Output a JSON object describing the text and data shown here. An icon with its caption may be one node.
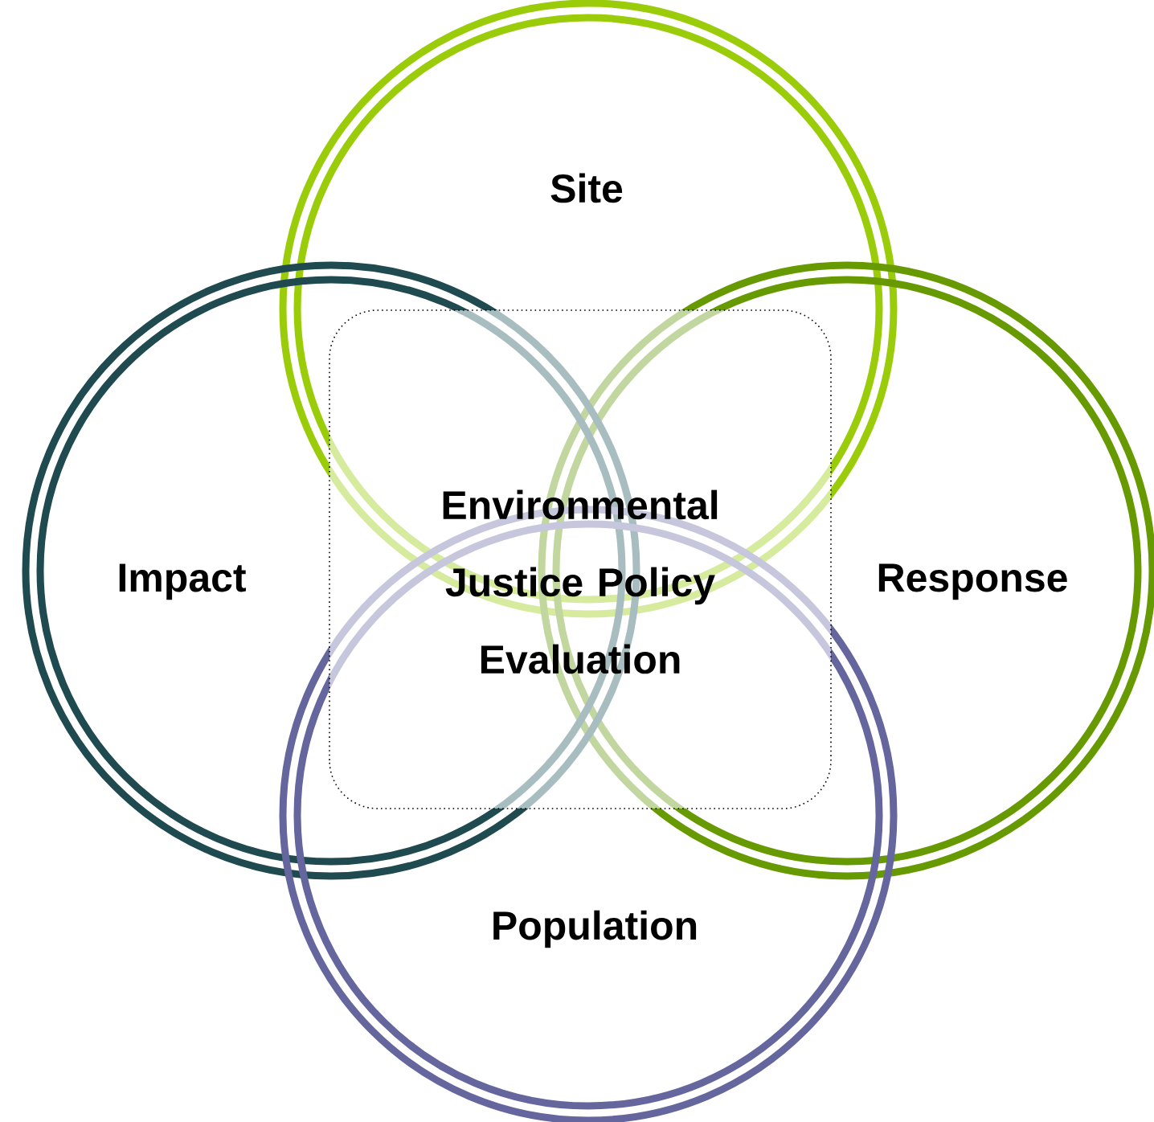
{
  "diagram": {
    "nodes": [
      {
        "text": [
          "Site"
        ]
      },
      {
        "text": [
          "Impact"
        ]
      },
      {
        "text": [
          "Environmental Justice Policy Evaluation"
        ]
      },
      {
        "text": [
          "Response"
        ]
      },
      {
        "text": [
          "Population"
        ]
      }
    ]
  }
}
